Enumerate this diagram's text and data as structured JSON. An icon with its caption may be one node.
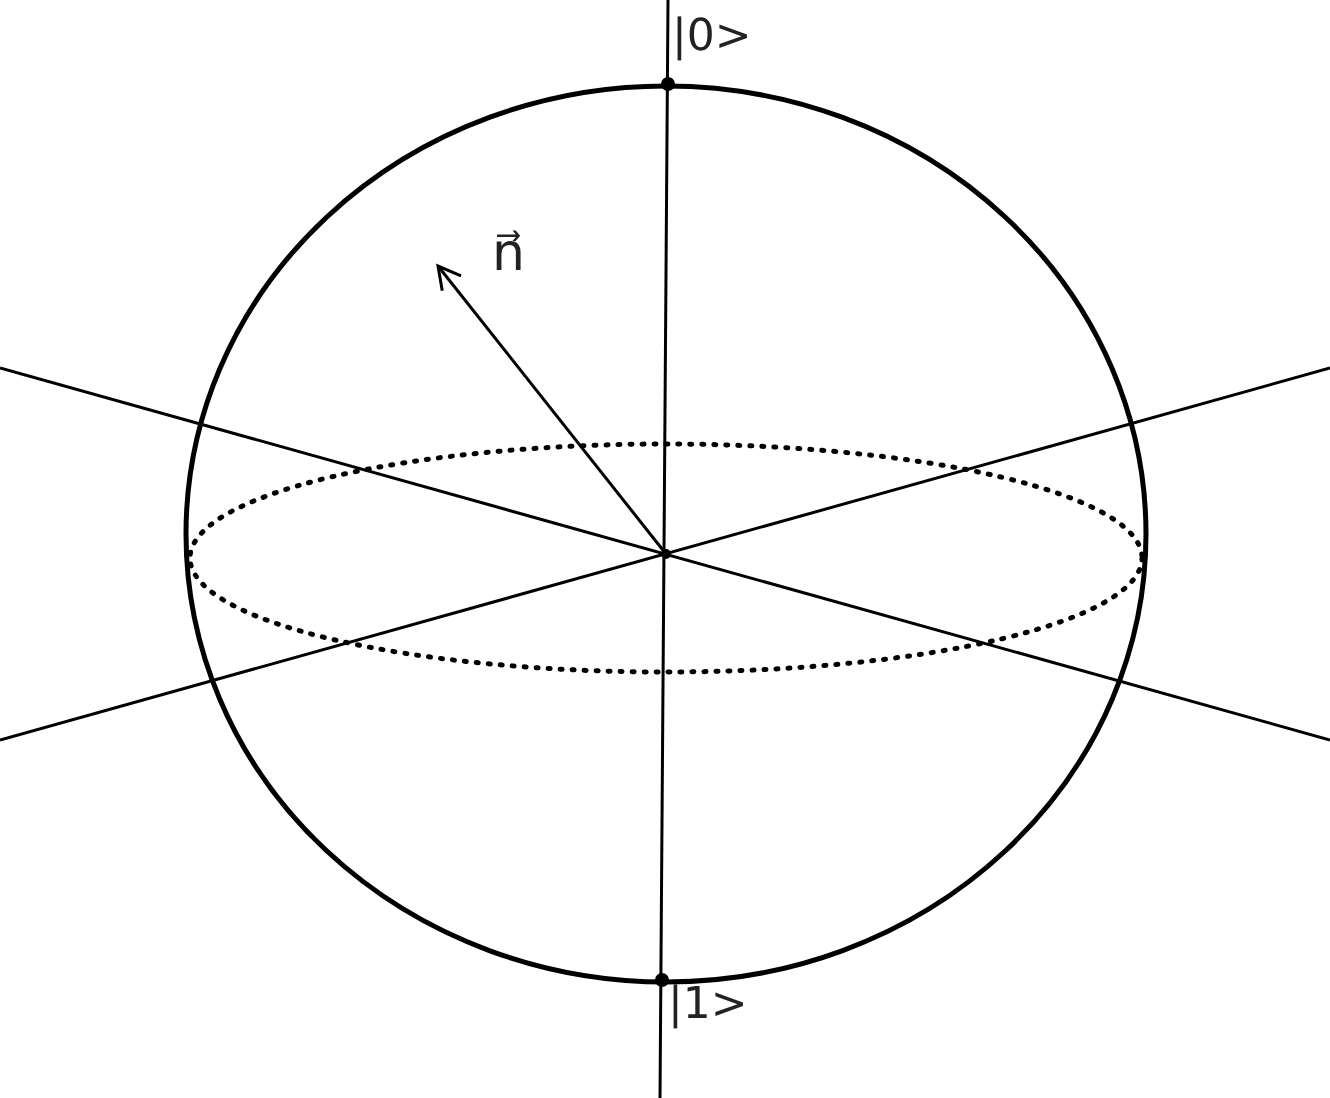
{
  "diagram": {
    "labels": [
      "|0>",
      "n⃗",
      "|1>"
    ]
  }
}
